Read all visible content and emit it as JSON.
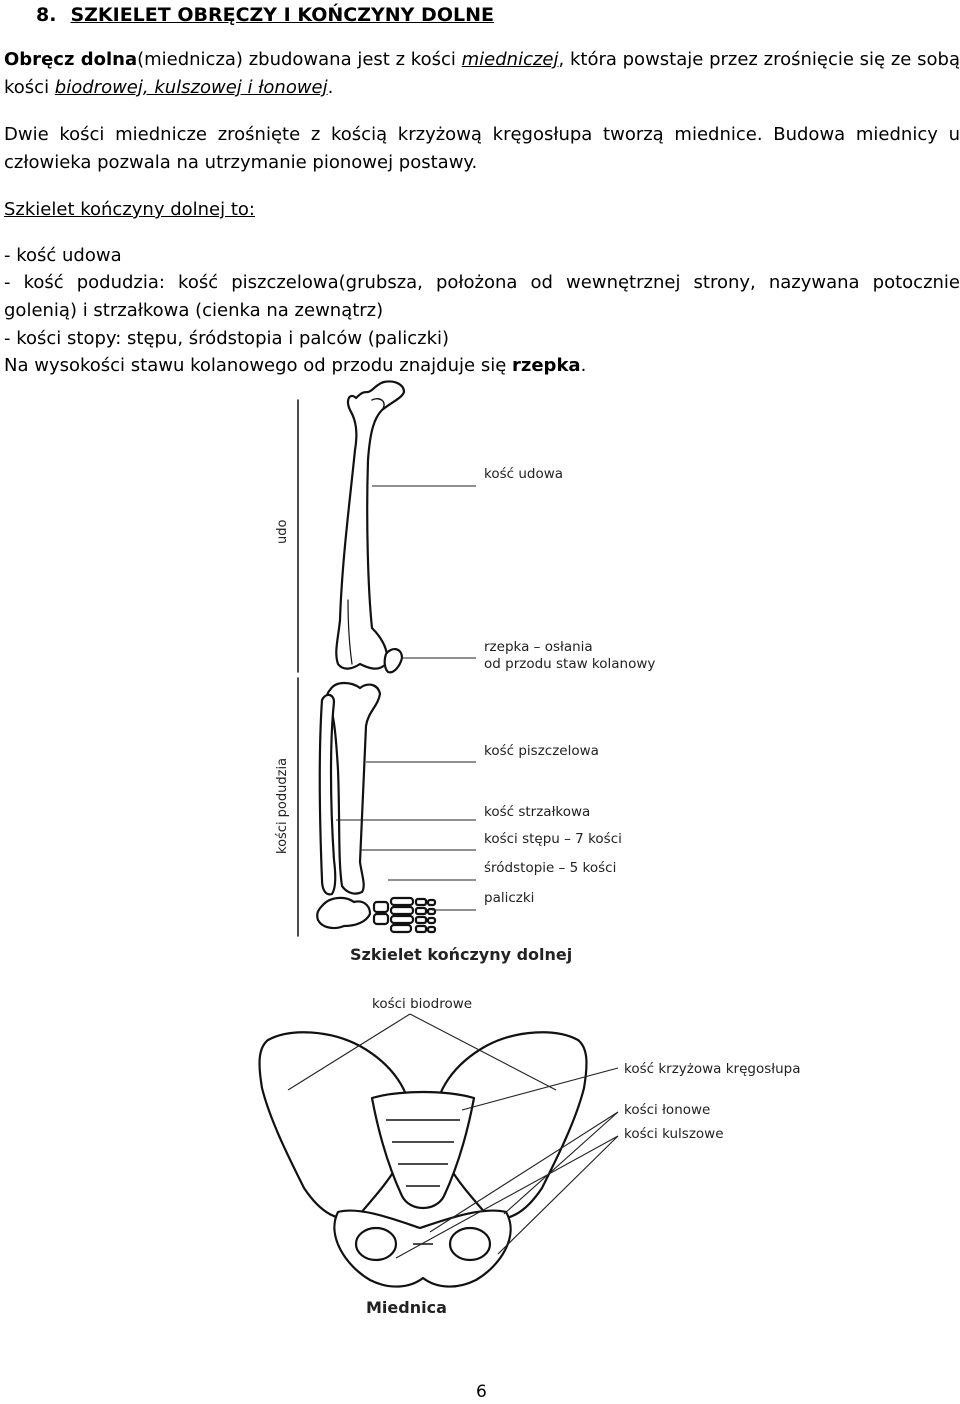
{
  "heading": {
    "number": "8.",
    "title": "SZKIELET OBRĘCZY I KOŃCZYNY DOLNE"
  },
  "p1": {
    "bold": "Obręcz dolna",
    "t1": "(miednicza) zbudowana jest z kości ",
    "u1": "miedniczej",
    "t2": ", która powstaje przez zrośnięcie się ze sobą kości ",
    "u2": "biodrowej, kulszowej i łonowej",
    "t3": "."
  },
  "p2": "Dwie kości miednicze zrośnięte z kością krzyżową kręgosłupa tworzą miednice. Budowa miednicy u człowieka pozwala na utrzymanie pionowej postawy.",
  "p3": "Szkielet kończyny dolnej to:",
  "list": {
    "l1": "- kość udowa",
    "l2": "- kość podudzia: kość piszczelowa(grubsza, położona od wewnętrznej strony, nazywana potocznie golenią) i strzałkowa (cienka na zewnątrz)",
    "l3": "- kości stopy: stępu, śródstopia i palców (paliczki)",
    "l4a": "Na wysokości stawu kolanowego od przodu znajduje się ",
    "l4b": "rzepka",
    "l4c": "."
  },
  "figure1": {
    "udo": "udo",
    "kosci_podudzia": "kości podudzia",
    "kosc_udowa": "kość udowa",
    "rzepka_1": "rzepka – osłania",
    "rzepka_2": "od przodu staw kolanowy",
    "piszczelowa": "kość piszczelowa",
    "strzalkowa": "kość strzałkowa",
    "stepu": "kości stępu – 7 kości",
    "srodstopie": "śródstopie – 5 kości",
    "paliczki": "paliczki",
    "caption": "Szkielet kończyny dolnej"
  },
  "figure2": {
    "biodrowe": "kości biodrowe",
    "krzyzowa": "kość krzyżowa kręgosłupa",
    "lonowe": "kości łonowe",
    "kulszowe": "kości kulszowe",
    "caption": "Miednica"
  },
  "page_number": "6"
}
